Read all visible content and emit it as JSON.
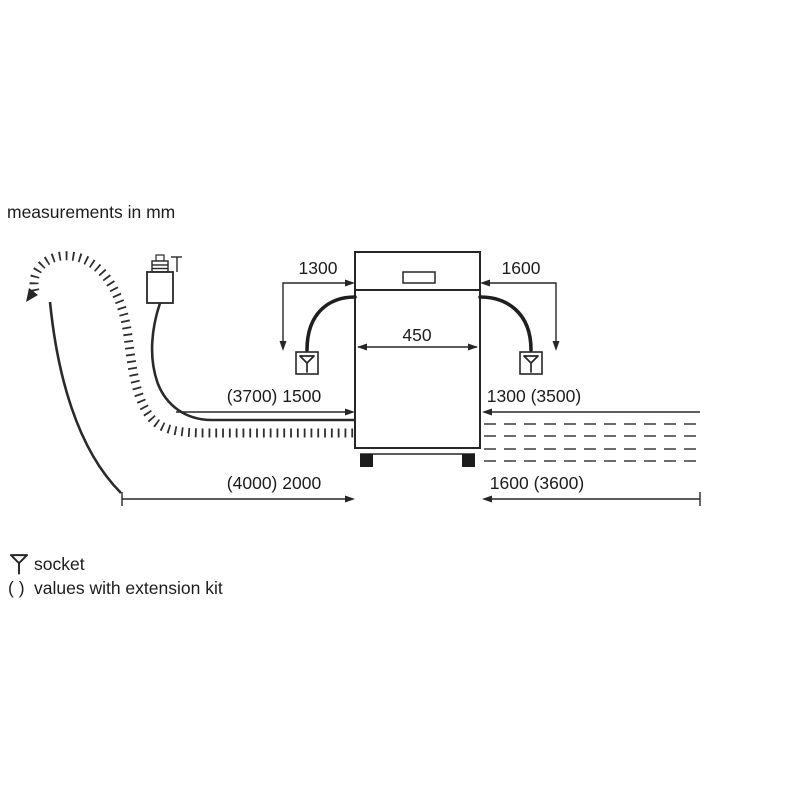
{
  "title": "measurements in mm",
  "colors": {
    "line": "#262626",
    "text": "#1c1c1c",
    "background": "#ffffff"
  },
  "dimensions": {
    "power_cord_left": "1300",
    "power_cord_right": "1600",
    "appliance_width": "450",
    "inlet_hose_left": "(3700) 1500",
    "inlet_hose_right": "1300 (3500)",
    "drain_hose_left": "(4000) 2000",
    "drain_hose_right": "1600 (3600)"
  },
  "legend": {
    "socket_label": "socket",
    "extension_prefix": "( )",
    "extension_label": "values with extension kit"
  }
}
